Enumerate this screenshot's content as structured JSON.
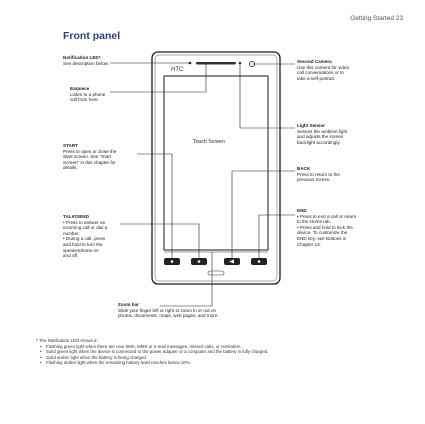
{
  "page": {
    "running_header": "Getting Started  23",
    "section_title": "Front panel"
  },
  "device": {
    "brand": "HTC",
    "screen_label": "Touch Screen"
  },
  "callouts": {
    "notification_led": {
      "title": "Notification LED*",
      "desc": "See description below."
    },
    "earpiece": {
      "title": "Earpiece",
      "desc": [
        "Listen to a phone",
        "call from here."
      ]
    },
    "start": {
      "title": "START",
      "desc": [
        "Press to open or close the",
        "Start screen. See \"Start",
        "Screen\" in this chapter for",
        "details."
      ]
    },
    "talk_send": {
      "title": "TALK/SEND",
      "desc": [
        "• Press to answer an",
        "  incoming call or dial a",
        "  number.",
        "• During a call, press",
        "  and hold to turn the",
        "  speakerphone on",
        "  and off."
      ]
    },
    "second_camera": {
      "title": "Second Camera",
      "desc": [
        "Use this camera for video",
        "call conversations or to",
        "take a self-portrait."
      ]
    },
    "light_sensor": {
      "title": "Light Sensor",
      "desc": [
        "Senses the ambient light",
        "and adjusts the screen",
        "backlight accordingly."
      ]
    },
    "back": {
      "title": "BACK",
      "desc": [
        "Press to return to the",
        "previous screen."
      ]
    },
    "end": {
      "title": "END",
      "desc": [
        "• Press to end a call or return",
        "  to the Home tab.",
        "• Press and hold to lock the",
        "  device. To customize the",
        "  END key, see Buttons in",
        "  Chapter 13."
      ]
    },
    "zoom_bar": {
      "title": "Zoom bar",
      "desc": [
        "Slide your finger left or right to zoom in or out on",
        "photos, documents, maps, web pages, and more."
      ]
    }
  },
  "footnote": {
    "heading": "* The Notification LED shows a:",
    "items": [
      "Flashing green light when there are new SMS, MMS or e-mail messages, missed calls, or reminders.",
      "Solid green light when the device is connected to the power adapter or a computer and the battery is fully charged.",
      "Solid amber light when the battery is being charged.",
      "Flashing amber light when the remaining battery level reaches below 10%."
    ]
  }
}
